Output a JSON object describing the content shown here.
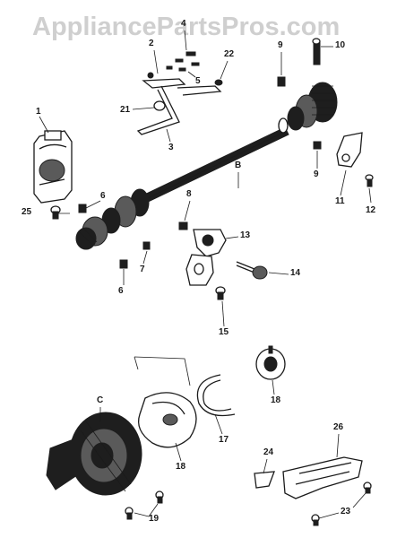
{
  "watermark": "AppliancePartsPros.com",
  "callouts": {
    "c1": "1",
    "c2": "2",
    "c3": "3",
    "c4": "4",
    "c5": "5",
    "c6a": "6",
    "c6b": "6",
    "c7": "7",
    "c8": "8",
    "c9a": "9",
    "c9b": "9",
    "c10": "10",
    "c11": "11",
    "c12": "12",
    "c13": "13",
    "c14": "14",
    "c15": "15",
    "c17": "17",
    "c18a": "18",
    "c18b": "18",
    "c19": "19",
    "c21": "21",
    "c22": "22",
    "c23": "23",
    "c24": "24",
    "c25": "25",
    "c26": "26",
    "cB": "B",
    "cC": "C"
  }
}
